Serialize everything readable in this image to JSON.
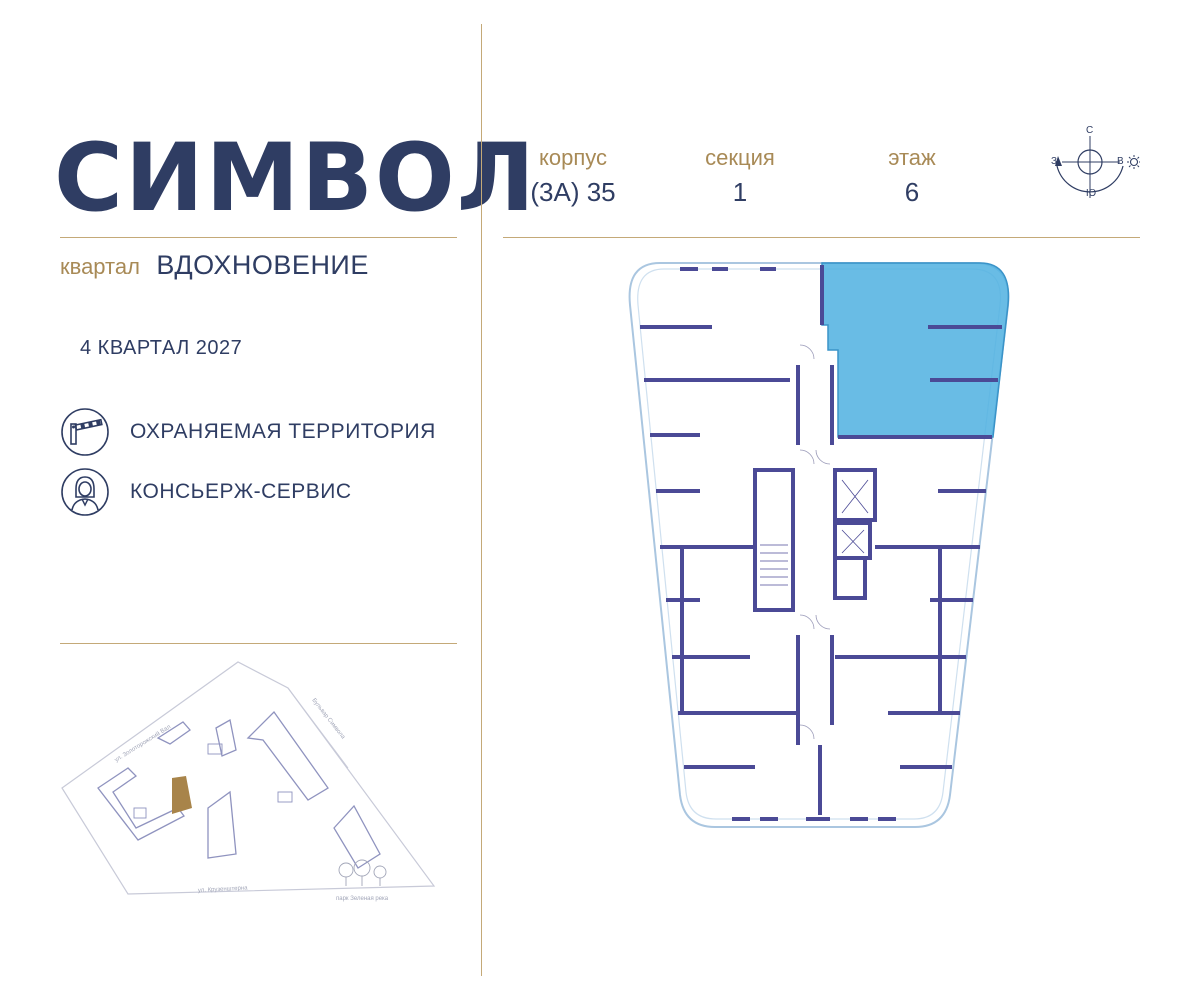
{
  "brand": {
    "title": "СИМВОЛ"
  },
  "district": {
    "label": "квартал",
    "name": "ВДОХНОВЕНИЕ"
  },
  "delivery": "4 КВАРТАЛ 2027",
  "features": [
    {
      "icon": "barrier-gate-icon",
      "text": "ОХРАНЯЕМАЯ ТЕРРИТОРИЯ"
    },
    {
      "icon": "concierge-icon",
      "text": "КОНСЬЕРЖ-СЕРВИС"
    }
  ],
  "info": {
    "building": {
      "label": "корпус",
      "value": "(3А) 35"
    },
    "section": {
      "label": "секция",
      "value": "1"
    },
    "floor": {
      "label": "этаж",
      "value": "6"
    }
  },
  "compass": {
    "n": "С",
    "s": "Ю",
    "w": "З",
    "e": "В"
  },
  "site_map": {
    "street_top": "ул. Золоторожский Вал",
    "street_right": "Бульвар Символа",
    "street_bottom": "ул. Крузенштерна",
    "park": "парк Зеленая река"
  },
  "colors": {
    "brand": "#2f3d63",
    "accent": "#c4a978",
    "walls": "#4b4a96",
    "highlight": "#4fb0e0"
  }
}
